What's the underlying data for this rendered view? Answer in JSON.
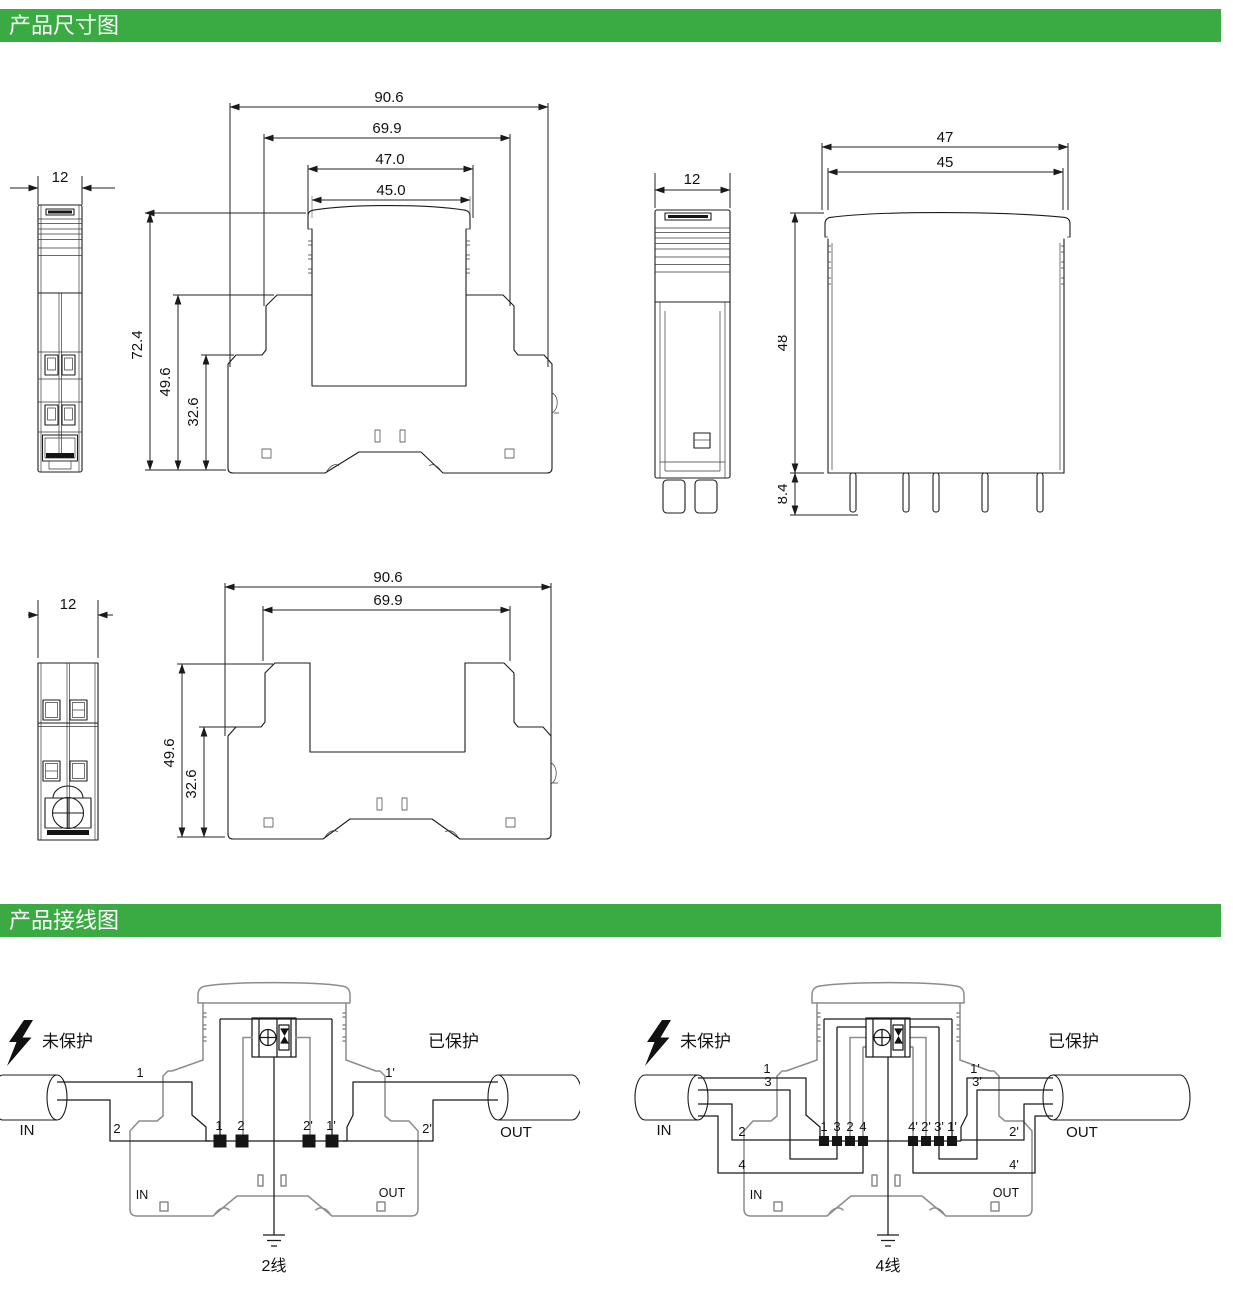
{
  "headers": {
    "dimensions": "产品尺寸图",
    "wiring": "产品接线图"
  },
  "colors": {
    "header_bg": "#3aab42",
    "header_text": "#ffffff",
    "outline_gray": "#8c8c8c",
    "line": "#1c1c1c"
  },
  "dims": {
    "assembled_side": {
      "width": "12"
    },
    "assembled_front": {
      "w_total": "90.6",
      "w_inner": "69.9",
      "w_cap": "47.0",
      "w_plug": "45.0",
      "h_total": "72.4",
      "h_base": "49.6",
      "h_step": "32.6"
    },
    "module_side": {
      "width": "12"
    },
    "module_front": {
      "w_cap": "47",
      "w_body": "45",
      "h_body": "48",
      "h_pins": "8.4"
    },
    "base_front": {
      "width": "12"
    },
    "base_profile": {
      "w_total": "90.6",
      "w_inner": "69.9",
      "h_total": "49.6",
      "h_step": "32.6"
    }
  },
  "wiring": {
    "two_wire": {
      "caption": "2线",
      "unprotected": "未保护",
      "protected": "已保护",
      "cable_in": "IN",
      "cable_out": "OUT",
      "base_in": "IN",
      "base_out": "OUT",
      "wire_labels_left": [
        "1",
        "2"
      ],
      "wire_labels_right": [
        "1'",
        "2'"
      ],
      "terminals": [
        "1",
        "2",
        "2'",
        "1'"
      ]
    },
    "four_wire": {
      "caption": "4线",
      "unprotected": "未保护",
      "protected": "已保护",
      "cable_in": "IN",
      "cable_out": "OUT",
      "base_in": "IN",
      "base_out": "OUT",
      "wire_labels_left": [
        "1",
        "3",
        "2",
        "4"
      ],
      "wire_labels_right": [
        "1'",
        "3'",
        "2'",
        "4'"
      ],
      "terminals": [
        "1",
        "3",
        "2",
        "4",
        "4'",
        "2'",
        "3'",
        "1'"
      ]
    }
  }
}
